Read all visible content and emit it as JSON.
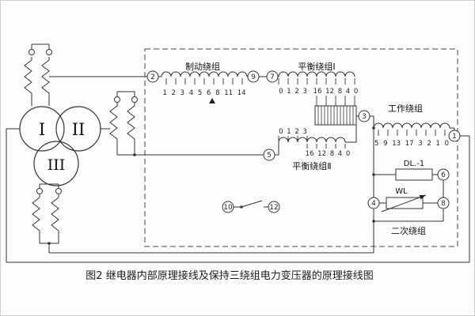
{
  "figure": {
    "caption": "图2 继电器内部原理接线及保持三绕组电力变压器的原理接线图"
  },
  "transformer": {
    "windings": [
      "I",
      "II",
      "III"
    ]
  },
  "relay_box": {
    "braking": {
      "label": "制动绕组",
      "taps": "1 2 3 4 5 6 8 11 14"
    },
    "balance1": {
      "label": "平衡绕组Ⅰ",
      "taps_left": "0 1 2 3",
      "taps_right": "16 12 8 4 0"
    },
    "balance2": {
      "label": "平衡绕组Ⅱ",
      "taps_left": "0 1 2 3",
      "taps_right": "16 12 8 4 0"
    },
    "working": {
      "label": "工作绕组",
      "taps": "5 9 13 17 3 2 1 0"
    },
    "secondary": {
      "label": "二次绕组"
    },
    "relay_label": "DL.-1",
    "resistor_label": "WL"
  },
  "terminals": {
    "t1": "1",
    "t2": "2",
    "t3": "3",
    "t4": "4",
    "t5": "5",
    "t6": "6",
    "t7": "7",
    "t8": "8",
    "t9": "9",
    "t10": "10",
    "t12": "12"
  },
  "colors": {
    "line": "#333333",
    "text": "#222222",
    "background": "#ffffff"
  }
}
